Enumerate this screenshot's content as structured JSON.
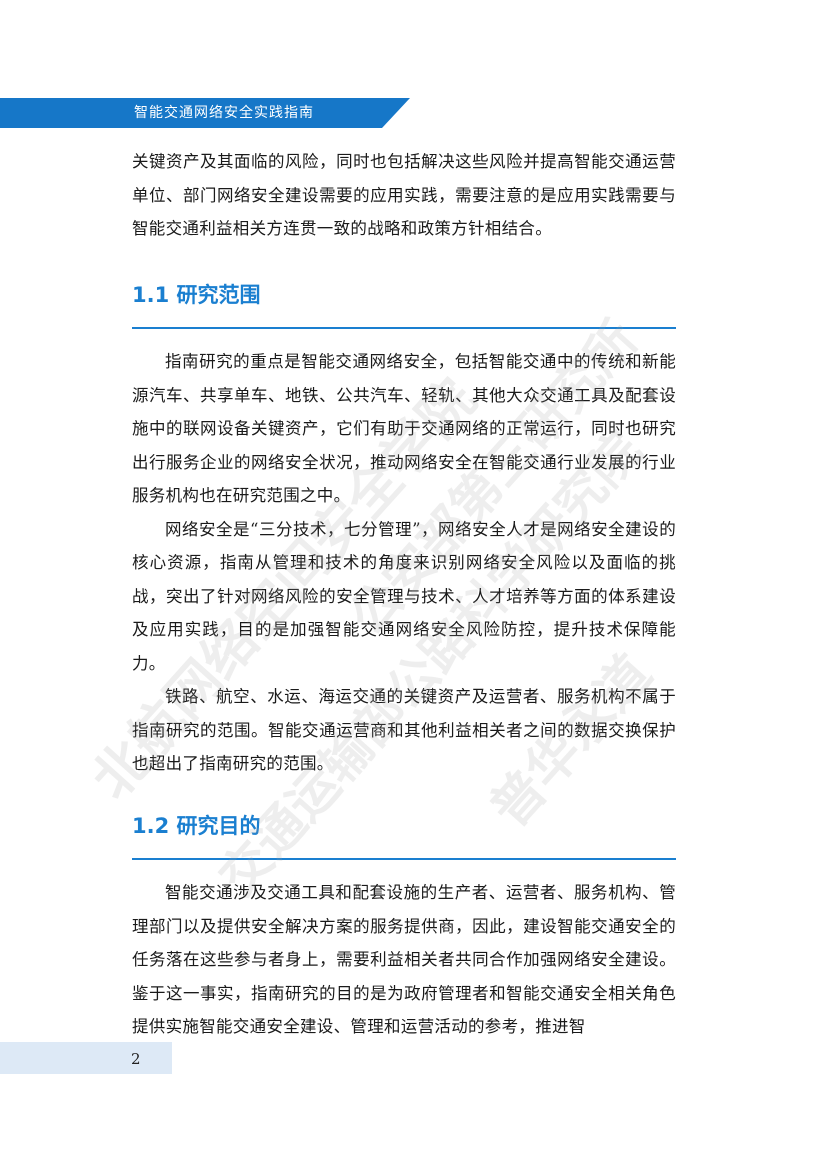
{
  "header": {
    "title": "智能交通网络安全实践指南"
  },
  "intro": {
    "paragraphs": [
      "关键资产及其面临的风险，同时也包括解决这些风险并提高智能交通运营单位、部门网络安全建设需要的应用实践，需要注意的是应用实践需要与智能交通利益相关方连贯一致的战略和政策方针相结合。"
    ]
  },
  "section1": {
    "title": "1.1 研究范围",
    "paragraphs": [
      "指南研究的重点是智能交通网络安全，包括智能交通中的传统和新能源汽车、共享单车、地铁、公共汽车、轻轨、其他大众交通工具及配套设施中的联网设备关键资产，它们有助于交通网络的正常运行，同时也研究出行服务企业的网络安全状况，推动网络安全在智能交通行业发展的行业服务机构也在研究范围之中。",
      "网络安全是“三分技术，七分管理”，网络安全人才是网络安全建设的核心资源，指南从管理和技术的角度来识别网络安全风险以及面临的挑战，突出了针对网络风险的安全管理与技术、人才培养等方面的体系建设及应用实践，目的是加强智能交通网络安全风险防控，提升技术保障能力。",
      "铁路、航空、水运、海运交通的关键资产及运营者、服务机构不属于指南研究的范围。智能交通运营商和其他利益相关者之间的数据交换保护也超出了指南研究的范围。"
    ]
  },
  "section2": {
    "title": "1.2 研究目的",
    "paragraphs": [
      "智能交通涉及交通工具和配套设施的生产者、运营者、服务机构、管理部门以及提供安全解决方案的服务提供商，因此，建设智能交通安全的任务落在这些参与者身上，需要利益相关者共同合作加强网络安全建设。鉴于这一事实，指南研究的目的是为政府管理者和智能交通安全相关角色提供实施智能交通安全建设、管理和运营活动的参考，推进智"
    ]
  },
  "watermark": {
    "lines": [
      "北航网络空间安全学院",
      "公安部第三研究所",
      "交通运输部公路科学研究院",
      "普华永道"
    ]
  },
  "footer": {
    "page_number": "2"
  },
  "colors": {
    "accent": "#1677c8",
    "footer_band": "#dde9f6"
  }
}
